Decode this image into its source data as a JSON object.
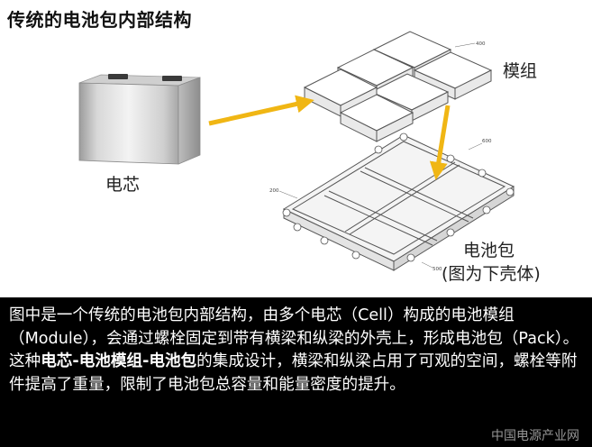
{
  "title": "传统的电池包内部结构",
  "labels": {
    "module": "模组",
    "cell": "电芯",
    "pack": "电池包",
    "pack_note": "(图为下壳体)"
  },
  "part_numbers": {
    "module": "400",
    "frame": "600",
    "tray_left": "200",
    "tray_bottom": "500"
  },
  "caption": {
    "part1": "图中是一个传统的电池包内部结构，由多个电芯（Cell）构成的电池模组（Module），会通过螺栓固定到带有横梁和纵梁的外壳上，形成电池包（Pack）。这种",
    "bold": "电芯-电池模组-电池包",
    "part2": "的集成设计，横梁和纵梁占用了可观的空间，螺栓等附件提高了重量，限制了电池包总容量和能量密度的提升。"
  },
  "watermark": "中国电源产业网",
  "colors": {
    "arrow": "#f0b614",
    "caption_bg": "#000000",
    "caption_text": "#ffffff"
  }
}
